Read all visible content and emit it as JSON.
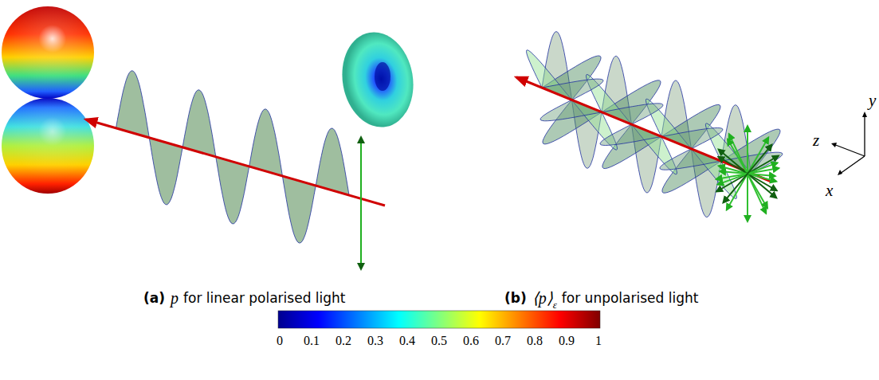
{
  "diagram": {
    "labels": [
      "(a)",
      "p",
      "for linear polarised light",
      "(b)",
      "⟨p⟩",
      "ε",
      "for unpolarised light",
      "0",
      "0.1",
      "0.2",
      "0.3",
      "0.4",
      "0.5",
      "0.6",
      "0.7",
      "0.8",
      "0.9",
      "1",
      "z",
      "y",
      "x"
    ]
  }
}
